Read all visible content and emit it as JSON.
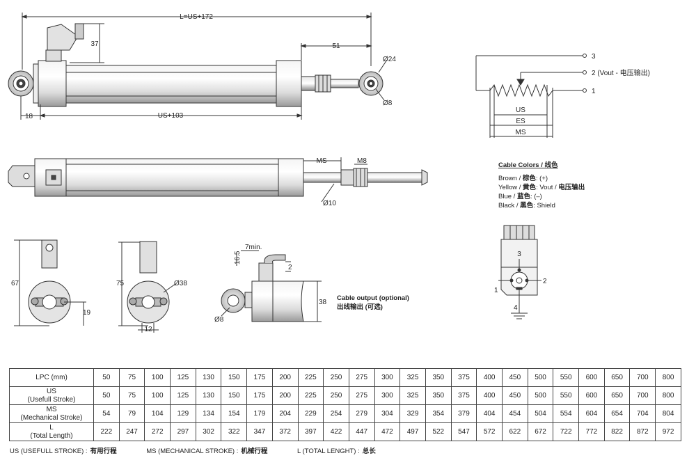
{
  "dimensions": {
    "total_length": "L=US+172",
    "height_37": "37",
    "rod_end_51": "51",
    "dia_24": "Ø24",
    "dia_8_eye": "Ø8",
    "offset_18": "18",
    "body_length": "US+103",
    "ms_label": "MS",
    "thread_m8": "M8",
    "rod_dia_10": "Ø10",
    "height_67": "67",
    "dim_19": "19",
    "height_75": "75",
    "dia_38": "Ø38",
    "dim_12": "12",
    "dim_7min": "7min.",
    "dim_16_5": "16.5",
    "dim_2": "2",
    "dim_38": "38",
    "dia_8_side": "Ø8"
  },
  "schematic": {
    "pin3": "3",
    "pin2": "2 (Vout  -  电压输出)",
    "pin1": "1",
    "us": "US",
    "es": "ES",
    "ms": "MS"
  },
  "cable_colors": {
    "title": "Cable Colors  /  线色",
    "brown_en": "Brown /",
    "brown_cn": "棕色",
    "brown_val": ": (+)",
    "yellow_en": "Yellow /",
    "yellow_cn": "黄色",
    "yellow_val": ": Vout  /",
    "yellow_val_cn": "电压输出",
    "blue_en": "Blue   /",
    "blue_cn": "蓝色",
    "blue_val": ": (–)",
    "black_en": "Black  /",
    "black_cn": "黑色",
    "black_val": ": Shield"
  },
  "connector_pins": {
    "p1": "1",
    "p2": "2",
    "p3": "3",
    "p4": "4"
  },
  "cable_output": {
    "title": "Cable output (optional)",
    "subtitle": "出线输出 (可选)"
  },
  "table": {
    "rows": [
      {
        "header": [
          "LPC (mm)"
        ],
        "values": [
          "50",
          "75",
          "100",
          "125",
          "130",
          "150",
          "175",
          "200",
          "225",
          "250",
          "275",
          "300",
          "325",
          "350",
          "375",
          "400",
          "450",
          "500",
          "550",
          "600",
          "650",
          "700",
          "800"
        ]
      },
      {
        "header": [
          "US",
          "(Usefull Stroke)"
        ],
        "values": [
          "50",
          "75",
          "100",
          "125",
          "130",
          "150",
          "175",
          "200",
          "225",
          "250",
          "275",
          "300",
          "325",
          "350",
          "375",
          "400",
          "450",
          "500",
          "550",
          "600",
          "650",
          "700",
          "800"
        ]
      },
      {
        "header": [
          "MS",
          "(Mechanical Stroke)"
        ],
        "values": [
          "54",
          "79",
          "104",
          "129",
          "134",
          "154",
          "179",
          "204",
          "229",
          "254",
          "279",
          "304",
          "329",
          "354",
          "379",
          "404",
          "454",
          "504",
          "554",
          "604",
          "654",
          "704",
          "804"
        ]
      },
      {
        "header": [
          "L",
          "(Total Length)"
        ],
        "values": [
          "222",
          "247",
          "272",
          "297",
          "302",
          "322",
          "347",
          "372",
          "397",
          "422",
          "447",
          "472",
          "497",
          "522",
          "547",
          "572",
          "622",
          "672",
          "722",
          "772",
          "822",
          "872",
          "972"
        ]
      }
    ]
  },
  "legend": {
    "us": "US (USEFULL STROKE) :",
    "us_cn": "有用行程",
    "ms": "MS (MECHANICAL STROKE) :",
    "ms_cn": "机械行程",
    "l": "L (TOTAL LENGHT) :",
    "l_cn": "总长"
  }
}
